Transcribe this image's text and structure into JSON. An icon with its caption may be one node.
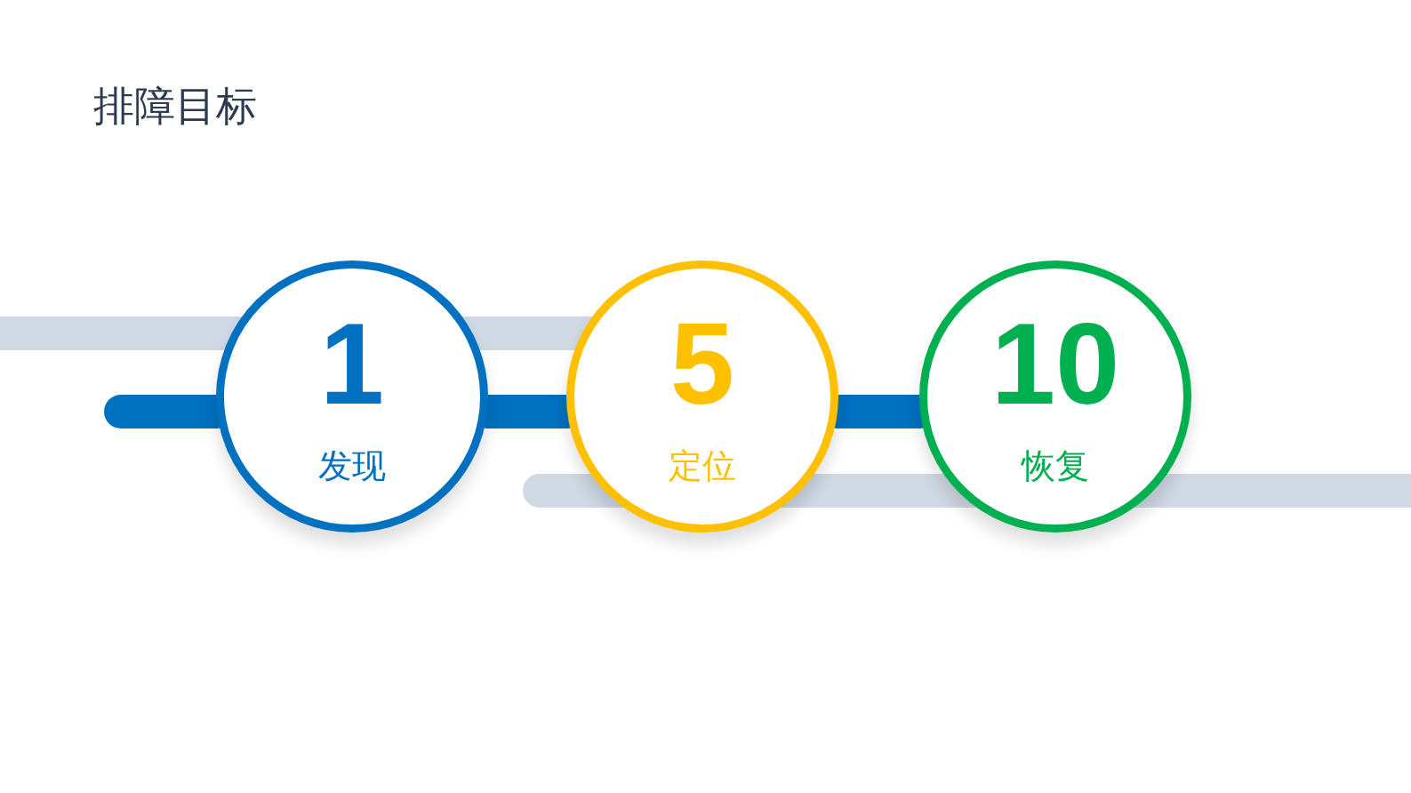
{
  "diagram": {
    "title": "排障目标",
    "nodes": [
      {
        "text": [
          "1",
          "发现"
        ]
      },
      {
        "text": [
          "5",
          "定位"
        ]
      },
      {
        "text": [
          "10",
          "恢复"
        ]
      }
    ],
    "edges": [
      {
        "from": null,
        "to": 0,
        "arrow": "none"
      },
      {
        "from": 0,
        "to": 1,
        "arrow": "none"
      },
      {
        "from": 1,
        "to": 2,
        "arrow": "none"
      }
    ]
  }
}
